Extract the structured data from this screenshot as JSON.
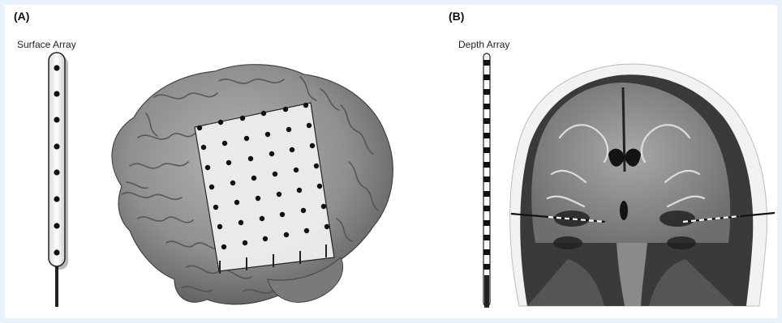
{
  "panels": [
    {
      "label": "(A)",
      "array_label": "Surface Array"
    },
    {
      "label": "(B)",
      "array_label": "Depth Array"
    }
  ],
  "colors": {
    "background": "#e9f2fb",
    "brain": "#8c8c8c",
    "grid": "#ebebeb",
    "electrode": "#111111"
  },
  "grid": {
    "rows": 7,
    "cols": 6
  },
  "icons": [
    "brain-lateral-illustration",
    "coronal-mri-slice",
    "strip-electrode",
    "depth-electrode"
  ]
}
